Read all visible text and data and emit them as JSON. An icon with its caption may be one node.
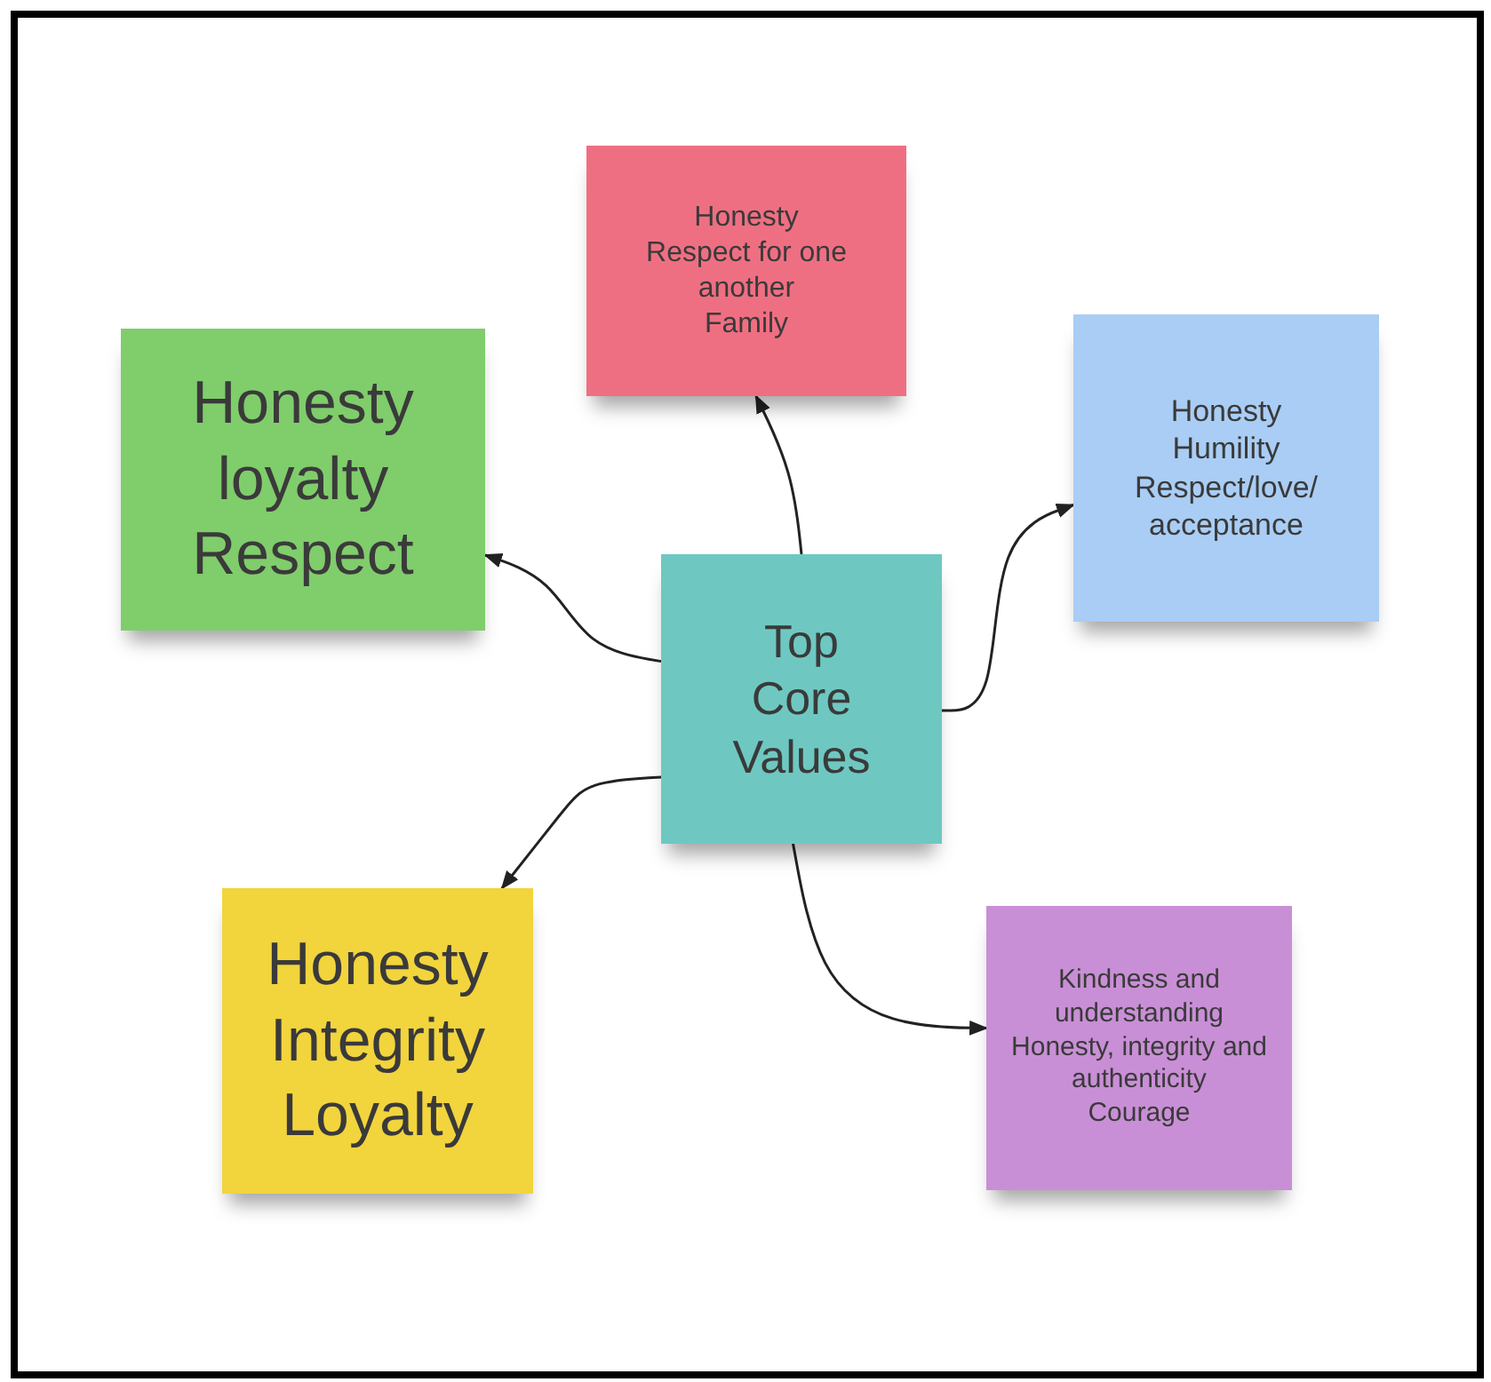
{
  "diagram": {
    "nodes": [
      {
        "text": [
          "Honesty",
          "Respect for one another",
          "Family"
        ]
      },
      {
        "text": [
          "Honesty",
          "loyalty",
          "Respect"
        ]
      },
      {
        "text": [
          "Top Core Values"
        ]
      },
      {
        "text": [
          "Honesty",
          "Humility",
          "Respect/love/ acceptance"
        ]
      },
      {
        "text": [
          "Honesty",
          "Integrity",
          "Loyalty"
        ]
      },
      {
        "text": [
          "Kindness and understanding",
          "Honesty, integrity and authenticity",
          "Courage"
        ]
      }
    ],
    "edges": [
      {
        "from": 2,
        "to": 0,
        "arrow": "to"
      },
      {
        "from": 2,
        "to": 1,
        "arrow": "to"
      },
      {
        "from": 2,
        "to": 3,
        "arrow": "to"
      },
      {
        "from": 2,
        "to": 4,
        "arrow": "to"
      },
      {
        "from": 2,
        "to": 5,
        "arrow": "to"
      }
    ]
  }
}
